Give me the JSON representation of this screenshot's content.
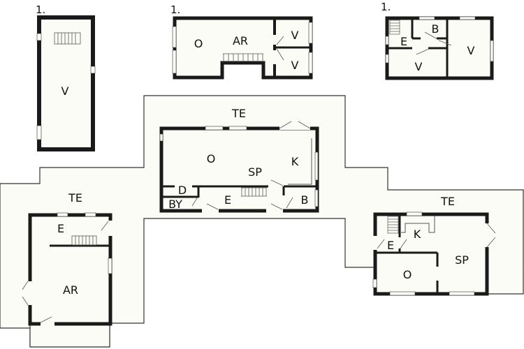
{
  "colors": {
    "wall": "#1a1a1a",
    "room_fill": "#fcfcf6",
    "terrace_fill": "#fcfcf6",
    "background": "#ffffff",
    "outline": "#333333"
  },
  "floor_markers": [
    {
      "id": "upper-floor-1",
      "label": "1."
    },
    {
      "id": "upper-floor-2",
      "label": "1."
    },
    {
      "id": "upper-floor-3",
      "label": "1."
    }
  ],
  "upper_plan_1": {
    "rooms": [
      {
        "label": "V"
      }
    ]
  },
  "upper_plan_2": {
    "rooms": [
      {
        "label": "O"
      },
      {
        "label": "AR"
      },
      {
        "label": "V"
      },
      {
        "label": "V"
      }
    ]
  },
  "upper_plan_3": {
    "rooms": [
      {
        "label": "B"
      },
      {
        "label": "E"
      },
      {
        "label": "V"
      },
      {
        "label": "V"
      }
    ]
  },
  "main_plan": {
    "terrace_label": "TE",
    "rooms": [
      {
        "label": "O"
      },
      {
        "label": "SP"
      },
      {
        "label": "K"
      },
      {
        "label": "D"
      },
      {
        "label": "BY"
      },
      {
        "label": "E"
      },
      {
        "label": "B"
      }
    ]
  },
  "left_plan": {
    "terrace_label": "TE",
    "rooms": [
      {
        "label": "E"
      },
      {
        "label": "AR"
      }
    ]
  },
  "right_plan": {
    "terrace_label": "TE",
    "rooms": [
      {
        "label": "E"
      },
      {
        "label": "K"
      },
      {
        "label": "SP"
      },
      {
        "label": "O"
      }
    ]
  }
}
